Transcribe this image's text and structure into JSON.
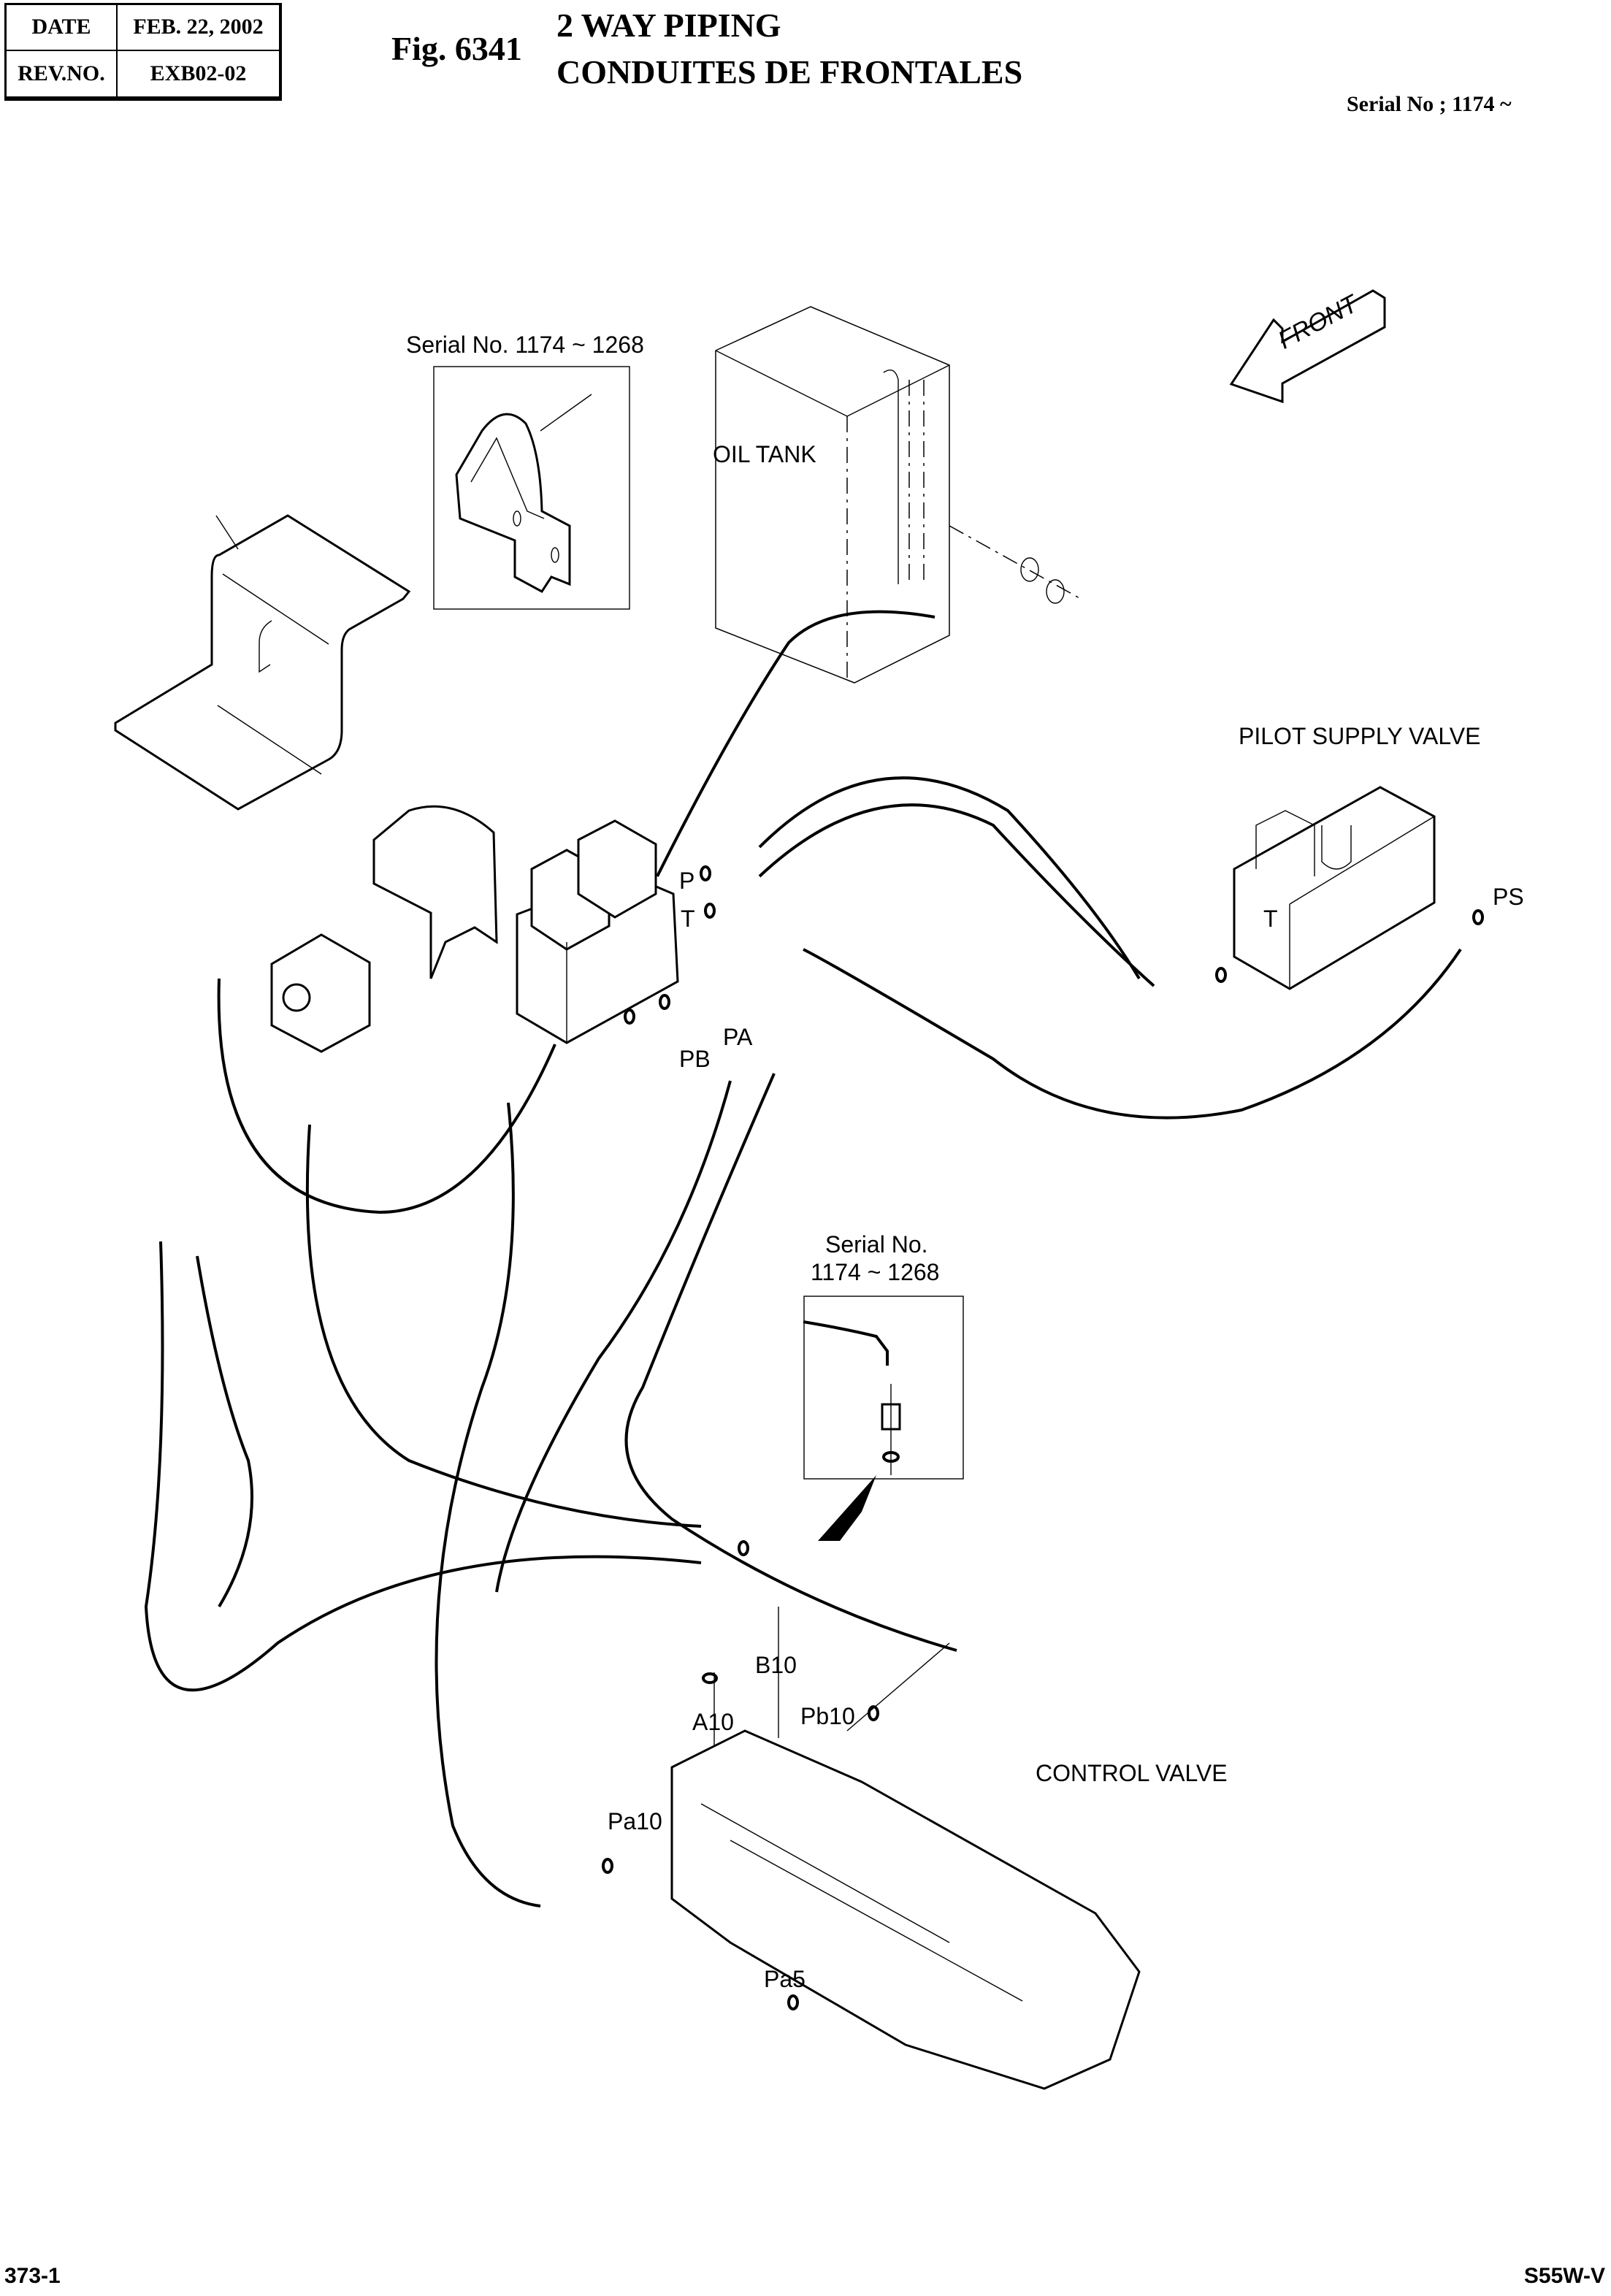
{
  "header": {
    "date_label": "DATE",
    "date_value": "FEB. 22, 2002",
    "rev_label": "REV.NO.",
    "rev_value": "EXB02-02",
    "figure_number": "Fig. 6341",
    "title_en": "2 WAY PIPING",
    "title_fr": "CONDUITES DE FRONTALES",
    "serial_range": "Serial No ; 1174 ~"
  },
  "diagram": {
    "inset_top": {
      "caption": "Serial No. 1174 ~ 1268"
    },
    "inset_mid": {
      "caption_line1": "Serial No.",
      "caption_line2": "1174  ~ 1268"
    },
    "components": {
      "oil_tank": "OIL TANK",
      "pilot_supply_valve": "PILOT SUPPLY VALVE",
      "control_valve": "CONTROL VALVE"
    },
    "direction_arrow": "FRONT",
    "ports": {
      "p": "P",
      "t_block": "T",
      "pa": "PA",
      "pb": "PB",
      "t_pilot": "T",
      "ps": "PS",
      "b10": "B10",
      "a10": "A10",
      "pb10": "Pb10",
      "pa10": "Pa10",
      "pa5": "Pa5"
    }
  },
  "footer": {
    "page_number": "373-1",
    "model": "S55W-V"
  }
}
